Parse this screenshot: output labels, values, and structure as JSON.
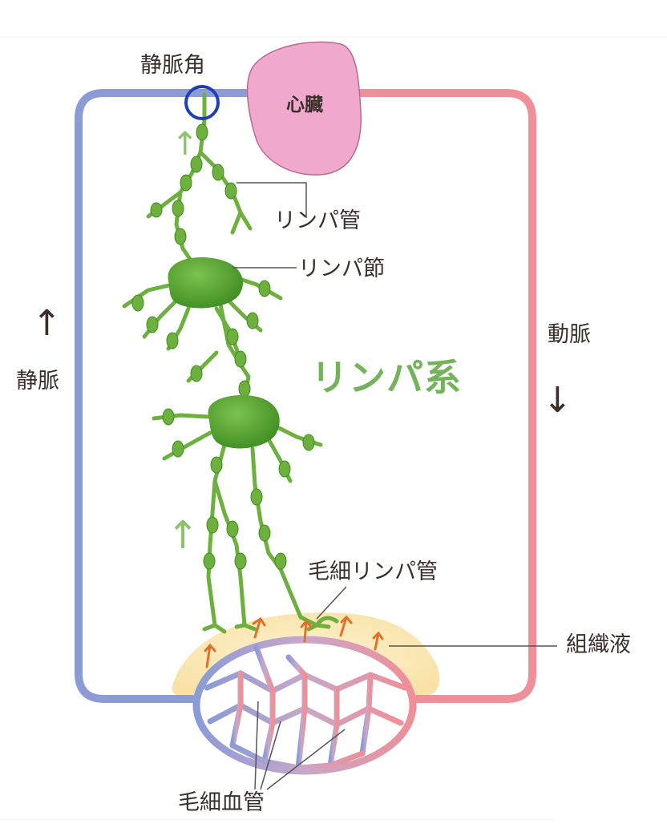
{
  "labels": {
    "venous_angle": "静脈角",
    "heart": "心臓",
    "lymph_vessel": "リンパ管",
    "lymph_node": "リンパ節",
    "system_title": "リンパ系",
    "artery": "動脈",
    "vein": "静脈",
    "lymph_capillary": "毛細リンパ管",
    "tissue_fluid": "組織液",
    "blood_capillary": "毛細血管"
  },
  "colors": {
    "vein": "#8b9bd6",
    "artery": "#ef8f97",
    "heart": "#f0a8cc",
    "lymph": "#6db03e",
    "lymph_dark": "#3f8d22",
    "tissue_fluid": "#f8e2a6",
    "flow_arrow": "#e0702a",
    "marker_circle": "#1f3fb8"
  },
  "icons": {
    "up_arrow_dark": "↑",
    "down_arrow_dark": "↓",
    "up_arrow_green": "↑"
  }
}
